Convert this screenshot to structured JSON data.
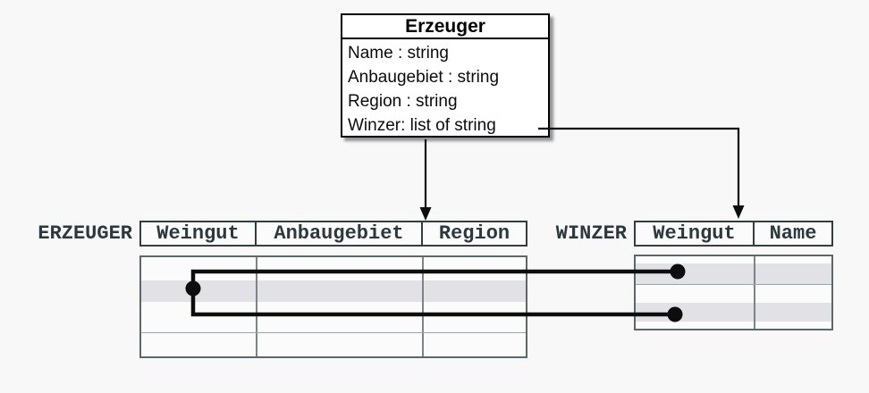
{
  "diagram": {
    "class_box": {
      "title": "Erzeuger",
      "attributes": [
        "Name : string",
        "Anbaugebiet : string",
        "Region : string",
        "Winzer: list of string"
      ]
    },
    "tables": {
      "erzeuger": {
        "label": "ERZEUGER",
        "columns": [
          "Weingut",
          "Anbaugebiet",
          "Region"
        ],
        "rows": 4,
        "highlighted_row": 2
      },
      "winzer": {
        "label": "WINZER",
        "columns": [
          "Weingut",
          "Name"
        ],
        "rows": 4,
        "highlighted_rows": [
          2,
          4
        ]
      }
    },
    "connections": [
      "Erzeuger class maps to ERZEUGER table",
      "Winzer list attribute maps to WINZER table",
      "highlighted ERZEUGER row links to two highlighted WINZER rows"
    ],
    "colors": {
      "background": "#f8f8f8",
      "class_box_border": "#000000",
      "table_border": "#333e44",
      "table_text": "#2b383d",
      "row_stripe": "#e2e2e6",
      "connector": "#0d0d0d"
    }
  }
}
